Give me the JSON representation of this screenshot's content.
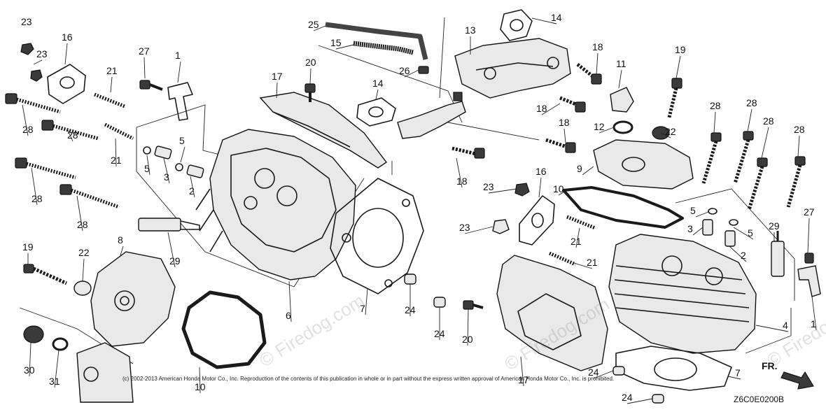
{
  "diagram": {
    "callouts": [
      {
        "id": "c01",
        "text": "23"
      },
      {
        "id": "c02",
        "text": "23"
      },
      {
        "id": "c03",
        "text": "16"
      },
      {
        "id": "c04",
        "text": "27"
      },
      {
        "id": "c05",
        "text": "1"
      },
      {
        "id": "c06",
        "text": "21"
      },
      {
        "id": "c07",
        "text": "28"
      },
      {
        "id": "c08",
        "text": "28"
      },
      {
        "id": "c09",
        "text": "21"
      },
      {
        "id": "c10",
        "text": "5"
      },
      {
        "id": "c11",
        "text": "3"
      },
      {
        "id": "c12",
        "text": "5"
      },
      {
        "id": "c13",
        "text": "2"
      },
      {
        "id": "c14",
        "text": "28"
      },
      {
        "id": "c15",
        "text": "28"
      },
      {
        "id": "c16",
        "text": "17"
      },
      {
        "id": "c17",
        "text": "20"
      },
      {
        "id": "c18",
        "text": "25"
      },
      {
        "id": "c19",
        "text": "15"
      },
      {
        "id": "c20",
        "text": "26"
      },
      {
        "id": "c21",
        "text": "13"
      },
      {
        "id": "c22",
        "text": "14"
      },
      {
        "id": "c23",
        "text": "14"
      },
      {
        "id": "c24",
        "text": "18"
      },
      {
        "id": "c25",
        "text": "11"
      },
      {
        "id": "c26",
        "text": "19"
      },
      {
        "id": "c27",
        "text": "18"
      },
      {
        "id": "c28",
        "text": "12"
      },
      {
        "id": "c29",
        "text": "22"
      },
      {
        "id": "c30",
        "text": "18"
      },
      {
        "id": "c31",
        "text": "28"
      },
      {
        "id": "c32",
        "text": "28"
      },
      {
        "id": "c33",
        "text": "28"
      },
      {
        "id": "c34",
        "text": "28"
      },
      {
        "id": "c35",
        "text": "9"
      },
      {
        "id": "c36",
        "text": "18"
      },
      {
        "id": "c37",
        "text": "23"
      },
      {
        "id": "c38",
        "text": "16"
      },
      {
        "id": "c39",
        "text": "10"
      },
      {
        "id": "c40",
        "text": "5"
      },
      {
        "id": "c41",
        "text": "3"
      },
      {
        "id": "c42",
        "text": "5"
      },
      {
        "id": "c43",
        "text": "2"
      },
      {
        "id": "c44",
        "text": "29"
      },
      {
        "id": "c45",
        "text": "27"
      },
      {
        "id": "c46",
        "text": "23"
      },
      {
        "id": "c47",
        "text": "21"
      },
      {
        "id": "c48",
        "text": "21"
      },
      {
        "id": "c49",
        "text": "1"
      },
      {
        "id": "c50",
        "text": "4"
      },
      {
        "id": "c51",
        "text": "19"
      },
      {
        "id": "c52",
        "text": "22"
      },
      {
        "id": "c53",
        "text": "8"
      },
      {
        "id": "c54",
        "text": "29"
      },
      {
        "id": "c55",
        "text": "6"
      },
      {
        "id": "c56",
        "text": "7"
      },
      {
        "id": "c57",
        "text": "24"
      },
      {
        "id": "c58",
        "text": "24"
      },
      {
        "id": "c59",
        "text": "20"
      },
      {
        "id": "c60",
        "text": "17"
      },
      {
        "id": "c61",
        "text": "7"
      },
      {
        "id": "c62",
        "text": "24"
      },
      {
        "id": "c63",
        "text": "24"
      },
      {
        "id": "c64",
        "text": "10"
      },
      {
        "id": "c65",
        "text": "30"
      },
      {
        "id": "c66",
        "text": "31"
      }
    ],
    "direction_label": "FR.",
    "diagram_code": "Z6C0E0200B",
    "copyright": "(c) 2002-2013 American Honda Motor Co., Inc. Reproduction of the contents of this publication in whole or in part without the express written approval of American Honda Motor Co., Inc. is prohibited.",
    "watermarks": [
      {
        "id": "w1",
        "text": "© Firedog.com"
      },
      {
        "id": "w2",
        "text": "© Firedog.com"
      },
      {
        "id": "w3",
        "text": "© Firedog.com"
      }
    ]
  }
}
